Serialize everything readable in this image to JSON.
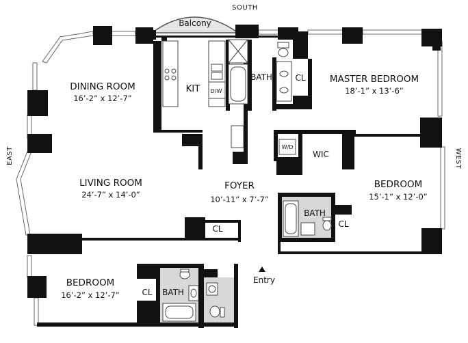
{
  "compass": {
    "south": "SOUTH",
    "east": "EAST",
    "west": "WEST"
  },
  "rooms": {
    "balcony": "Balcony",
    "dining_room": {
      "name": "DINING ROOM",
      "size": "16’-2” x 12’-7”"
    },
    "kitchen": "KIT",
    "dishwasher": "D/W",
    "bath_master": "BATH",
    "closet_master": "CL",
    "master_bedroom": {
      "name": "MASTER BEDROOM",
      "size": "18’-1” x 13’-6”"
    },
    "washer_dryer": "W/D",
    "walk_in_closet": "WIC",
    "living_room": {
      "name": "LIVING ROOM",
      "size": "24’-7” x 14’-0”"
    },
    "foyer": {
      "name": "FOYER",
      "size": "10’-11” x 7’-7”"
    },
    "bedroom_west": {
      "name": "BEDROOM",
      "size": "15’-1” x 12’-0”"
    },
    "bath_middle": "BATH",
    "closet_middle": "CL",
    "closet_foyer": "CL",
    "bedroom_southwest": {
      "name": "BEDROOM",
      "size": "16’-2” x 12’-7”"
    },
    "closet_bedroom": "CL",
    "bath_lower": "BATH",
    "entry": "Entry"
  },
  "colors": {
    "wall": "#111111",
    "floor": "#ffffff",
    "bath_floor": "#d8d8d8",
    "balcony_fill": "#e6e6e6"
  }
}
